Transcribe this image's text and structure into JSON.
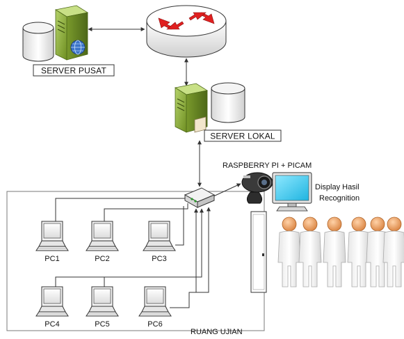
{
  "labels": {
    "server_pusat": "SERVER PUSAT",
    "server_lokal": "SERVER LOKAL",
    "raspberry": "RASPBERRY PI + PICAM",
    "display_line1": "Display Hasil",
    "display_line2": "Recognition",
    "room": "RUANG UJIAN"
  },
  "pcs": [
    "PC1",
    "PC2",
    "PC3",
    "PC4",
    "PC5",
    "PC6"
  ],
  "icons": {
    "server": "server-tower-icon",
    "database": "database-cylinder-icon",
    "router": "router-icon",
    "globe": "globe-icon",
    "switch": "network-switch-icon",
    "camera": "webcam-icon",
    "monitor": "monitor-icon",
    "door": "door-icon",
    "person": "person-icon"
  },
  "colors": {
    "server_green": "#8fb33a",
    "router_arrow_red": "#e02020",
    "display_screen_cyan": "#2ec8f0",
    "person_orange": "#e8a060",
    "line": "#333333"
  }
}
